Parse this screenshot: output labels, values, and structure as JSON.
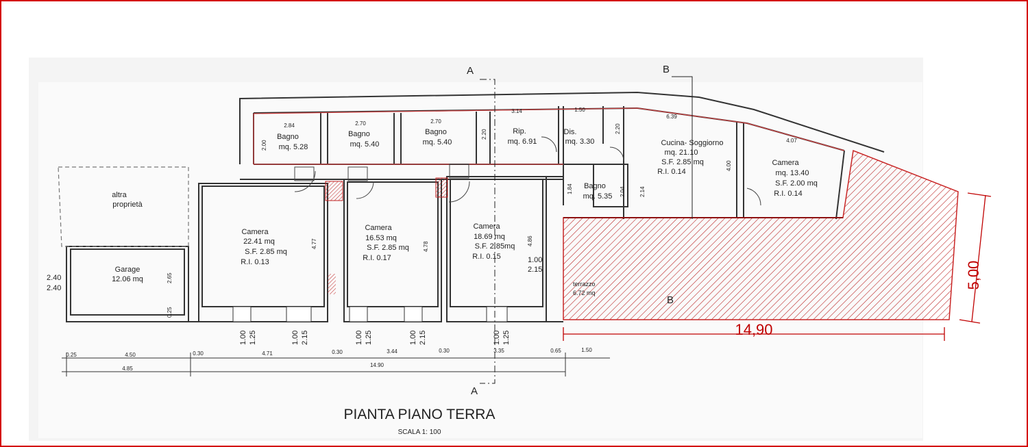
{
  "title": "PIANTA PIANO TERRA",
  "scale": "SCALA 1: 100",
  "section_markers": {
    "a": "A",
    "b": "B"
  },
  "rooms": {
    "bagno1": {
      "name": "Bagno",
      "area": "mq. 5.28"
    },
    "bagno2": {
      "name": "Bagno",
      "area": "mq. 5.40"
    },
    "bagno3": {
      "name": "Bagno",
      "area": "mq. 5.40"
    },
    "rip": {
      "name": "Rip.",
      "area": "mq. 6.91"
    },
    "dis": {
      "name": "Dis.",
      "area": "mq. 3.30"
    },
    "bagno4": {
      "name": "Bagno",
      "area": "mq. 5.35"
    },
    "cucina": {
      "name": "Cucina- Soggiorno",
      "area": "mq. 21.10",
      "sf": "S.F. 2.85 mq",
      "ri": "R.I. 0.14"
    },
    "camera_east": {
      "name": "Camera",
      "area": "mq. 13.40",
      "sf": "S.F. 2.00 mq",
      "ri": "R.I. 0.14"
    },
    "camera1": {
      "name": "Camera",
      "area": "22.41 mq",
      "sf": "S.F. 2.85 mq",
      "ri": "R.I. 0.13"
    },
    "camera2": {
      "name": "Camera",
      "area": "16.53 mq",
      "sf": "S.F. 2.85 mq",
      "ri": "R.I. 0.17"
    },
    "camera3": {
      "name": "Camera",
      "area": "18.69 mq",
      "sf": "S.F. 2.85mq",
      "ri": "R.I. 0.15"
    },
    "garage": {
      "name": "Garage",
      "area": "12.06 mq"
    },
    "altra": {
      "name": "altra",
      "name2": "proprietà"
    },
    "terrace": {
      "name": "terrazzo",
      "area": "6.72 mq"
    }
  },
  "top_dims": [
    "2.84",
    "2.70",
    "2.70",
    "3.14",
    "1.50",
    "6.39",
    "4.07"
  ],
  "side_dims": [
    "2.00",
    "2.20",
    "2.20",
    "1.84",
    "2.04",
    "2.14",
    "4.00",
    "4.77",
    "4.78",
    "4.86",
    "2.65",
    "0.25"
  ],
  "window_dims": {
    "w1": [
      "1.00",
      "1.25"
    ],
    "w2": [
      "1.00",
      "2.15"
    ],
    "w3": [
      "1.00",
      "1.25"
    ],
    "w4": [
      "1.00",
      "2.15"
    ],
    "w5": [
      "1.00",
      "1.25"
    ],
    "door_right": [
      "1.00",
      "2.15"
    ],
    "garage_side": [
      "2.40",
      "2.40"
    ]
  },
  "bottom_dims_row1": [
    "0.25",
    "4.50",
    "0.30",
    "4.71",
    "0.30",
    "3.44",
    "0.30",
    "3.35",
    "0.65",
    "1.50"
  ],
  "bottom_dims_row2": [
    "4.85",
    "14.90"
  ],
  "red_overlay": {
    "width_label": "14,90",
    "height_label": "5,00",
    "color": "#c00000"
  }
}
